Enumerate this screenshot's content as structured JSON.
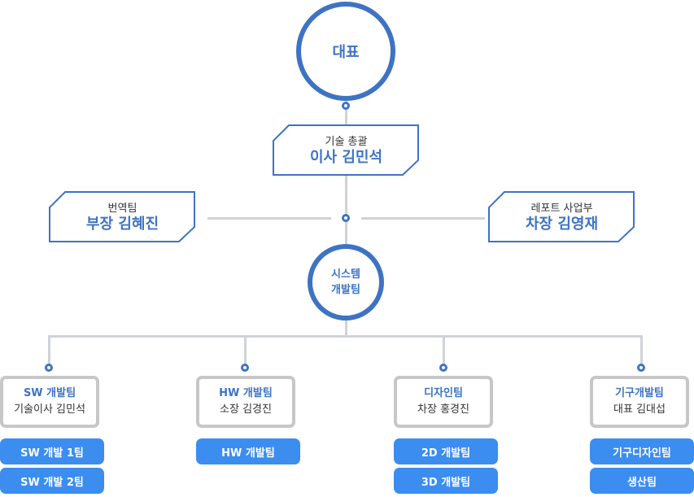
{
  "ceo": {
    "label": "대표"
  },
  "tech_director": {
    "title": "기술 총괄",
    "name": "이사 김민석"
  },
  "left_dept": {
    "title": "번역팀",
    "name": "부장 김혜진"
  },
  "right_dept": {
    "title": "레포트 사업부",
    "name": "차장 김영재"
  },
  "system_team": {
    "line1": "시스템",
    "line2": "개발팀"
  },
  "teams": [
    {
      "name": "SW 개발팀",
      "lead": "기술이사 김민석",
      "subteams": [
        "SW 개발 1팀",
        "SW 개발 2팀"
      ]
    },
    {
      "name": "HW 개발팀",
      "lead": "소장 김경진",
      "subteams": [
        "HW 개발팀"
      ]
    },
    {
      "name": "디자인팀",
      "lead": "차장 홍경진",
      "subteams": [
        "2D 개발팀",
        "3D 개발팀"
      ]
    },
    {
      "name": "기구개발팀",
      "lead": "대표 김대섭",
      "subteams": [
        "기구디자인팀",
        "생산팀"
      ]
    }
  ],
  "colors": {
    "accent_blue": "#3e73c4",
    "pill_blue": "#3b8df0",
    "line_gray": "#cfd3d8",
    "box_border_gray": "#c7c7c7"
  }
}
